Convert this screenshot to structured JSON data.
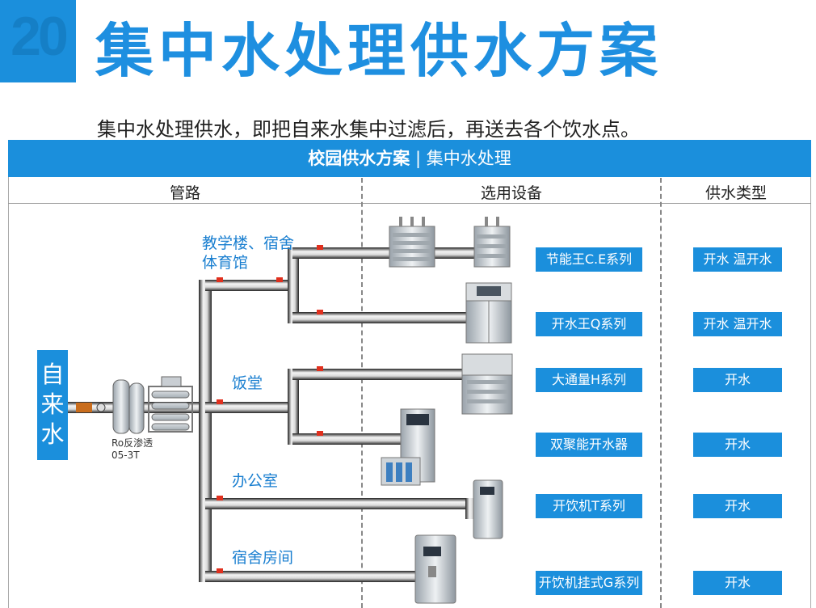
{
  "header": {
    "number": "20",
    "title": "集中水处理供水方案"
  },
  "subtitle": "集中水处理供水，即把自来水集中过滤后，再送去各个饮水点。",
  "banner": {
    "bold": "校园供水方案",
    "separator": " | ",
    "rest": "集中水处理"
  },
  "columns": {
    "pipes": "管路",
    "equipment": "选用设备",
    "supply_type": "供水类型"
  },
  "source": {
    "chars": [
      "自",
      "来",
      "水"
    ]
  },
  "ro": {
    "line1": "Ro反渗透",
    "line2": "05-3T"
  },
  "branches": {
    "teaching": "教学楼、宿舍",
    "teaching2": "体育馆",
    "canteen": "饭堂",
    "office": "办公室",
    "dorm_room": "宿舍房间"
  },
  "equipment": [
    "节能王C.E系列",
    "开水王Q系列",
    "大通量H系列",
    "双聚能开水器",
    "开饮机T系列",
    "开饮机挂式G系列"
  ],
  "supply_types": [
    "开水 温开水",
    "开水 温开水",
    "开水",
    "开水",
    "开水",
    "开水"
  ],
  "colors": {
    "accent": "#1b8fdc",
    "title": "#1e8fe0",
    "pipe": "#3a3a3a",
    "valve": "#e0301e"
  }
}
